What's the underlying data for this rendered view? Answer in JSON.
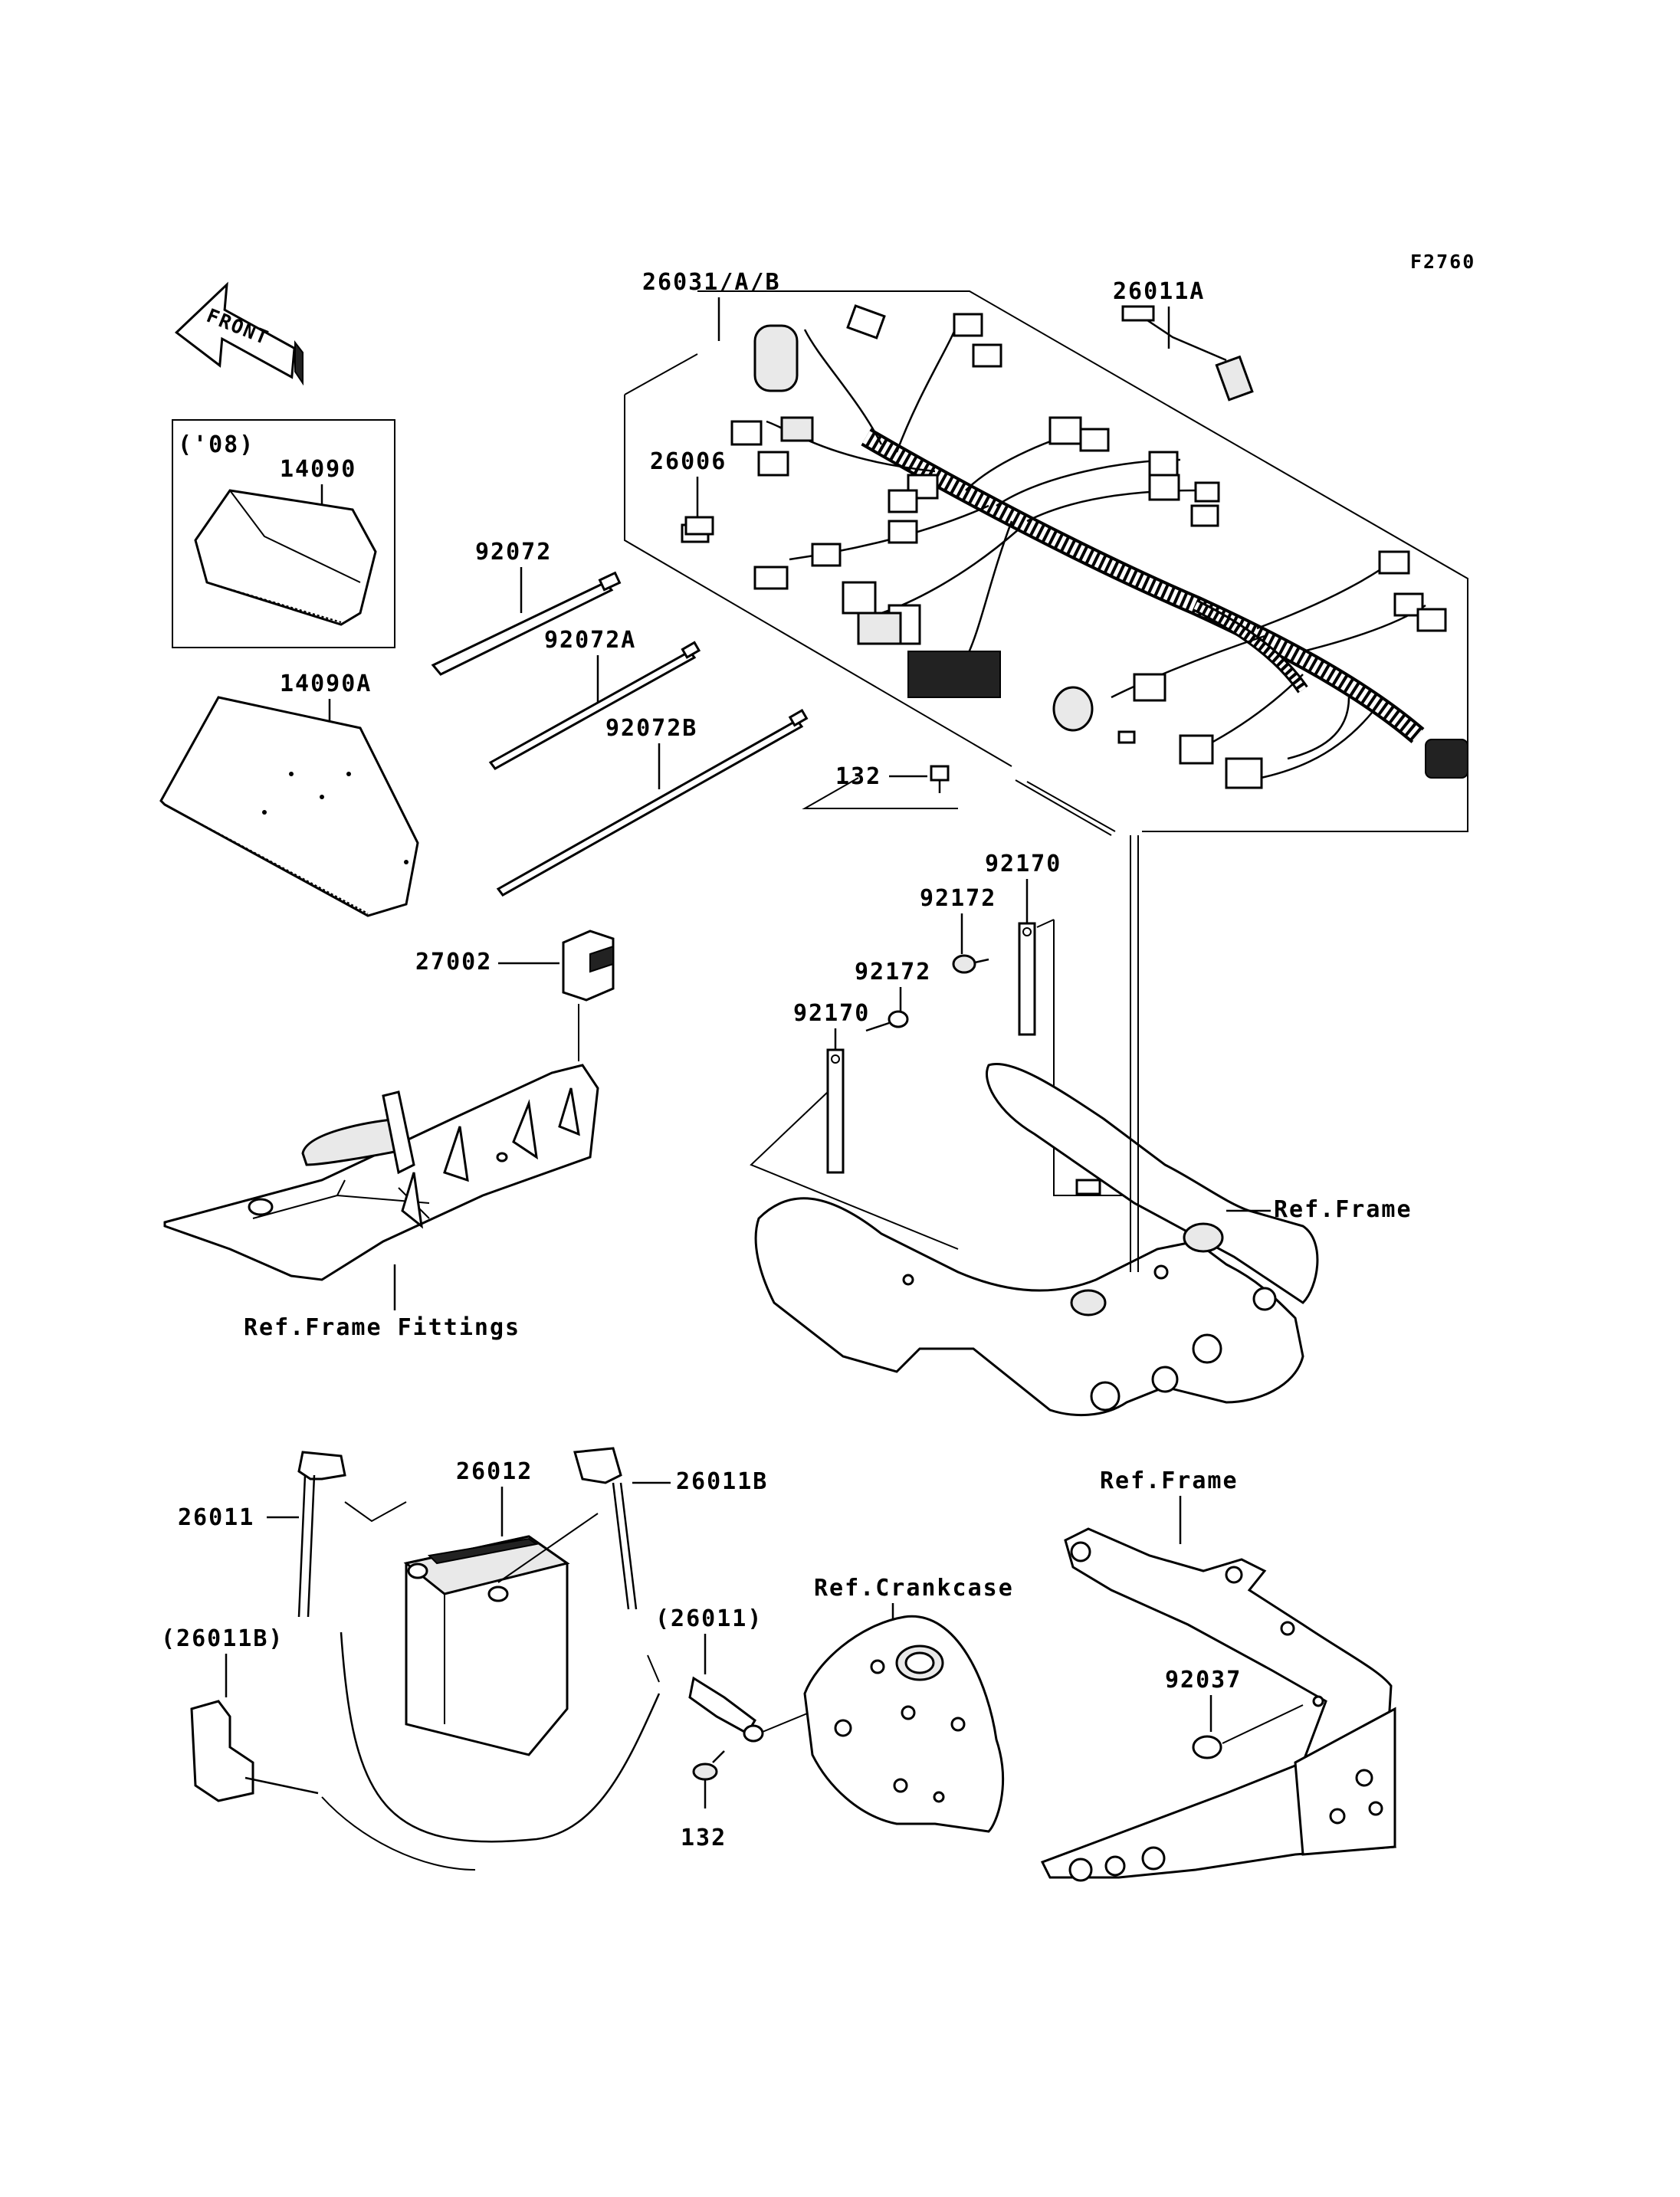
{
  "figure_code": "F2760",
  "front_arrow": {
    "text": "FRONT",
    "icon": "front-arrow-icon"
  },
  "box_08": {
    "year": "('08)"
  },
  "labels": {
    "harness": "26031/A/B",
    "harness_sub": "26011A",
    "fuse": "26006",
    "cover_08": "14090",
    "cover": "14090A",
    "band1": "92072",
    "band2": "92072A",
    "band3": "92072B",
    "bolt_top": "132",
    "plate_a": "92170",
    "screw_a": "92172",
    "screw_b": "92172",
    "plate_b": "92170",
    "relay": "27002",
    "ref_frame_fittings": "Ref.Frame Fittings",
    "ref_frame_1": "Ref.Frame",
    "battery": "26012",
    "lead_pos": "26011",
    "lead_neg": "26011B",
    "ref_frame_2": "Ref.Frame",
    "ref_crankcase": "Ref.Crankcase",
    "lead_ground": "(26011)",
    "lead_neg_alt": "(26011B)",
    "bolt_bottom": "132",
    "clamp": "92037"
  }
}
